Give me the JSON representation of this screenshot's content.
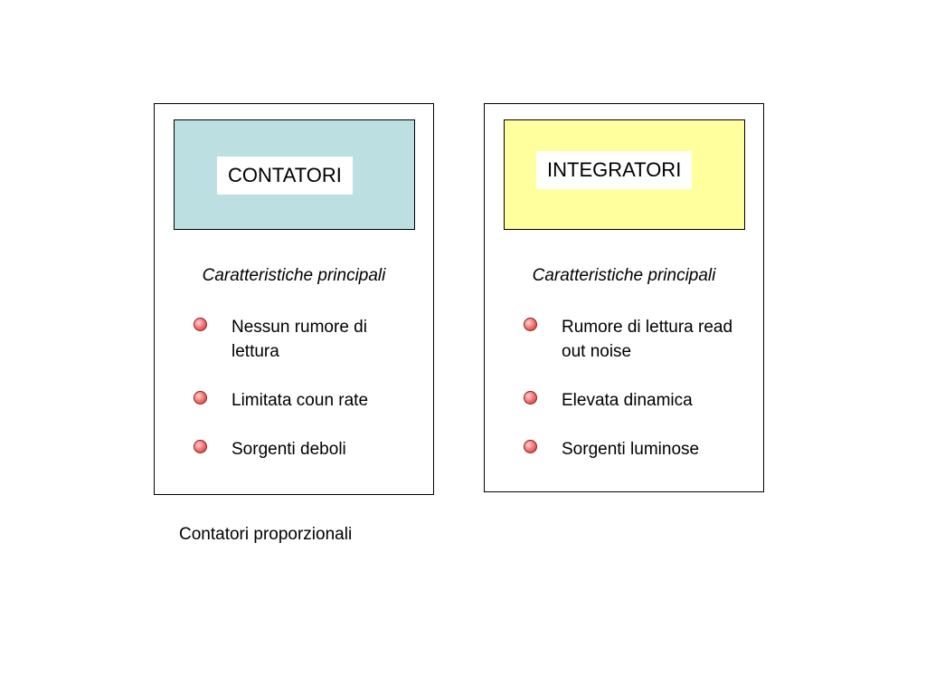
{
  "colors": {
    "contatori_header_bg": "#bce0e1",
    "integratori_header_bg": "#ffff9e",
    "bullet": "#e05555",
    "border": "#000000"
  },
  "bullet_icon": "red-circle-bullet",
  "cards": [
    {
      "title": "CONTATORI",
      "subtitle": "Caratteristiche principali",
      "items": [
        {
          "text": "Nessun rumore di lettura"
        },
        {
          "text": "Limitata coun rate"
        },
        {
          "text": "Sorgenti deboli"
        }
      ]
    },
    {
      "title": "INTEGRATORI",
      "subtitle": "Caratteristiche principali",
      "items": [
        {
          "text": "Rumore di lettura read out noise"
        },
        {
          "text": "Elevata dinamica"
        },
        {
          "text": "Sorgenti luminose"
        }
      ]
    }
  ],
  "caption": "Contatori proporzionali"
}
